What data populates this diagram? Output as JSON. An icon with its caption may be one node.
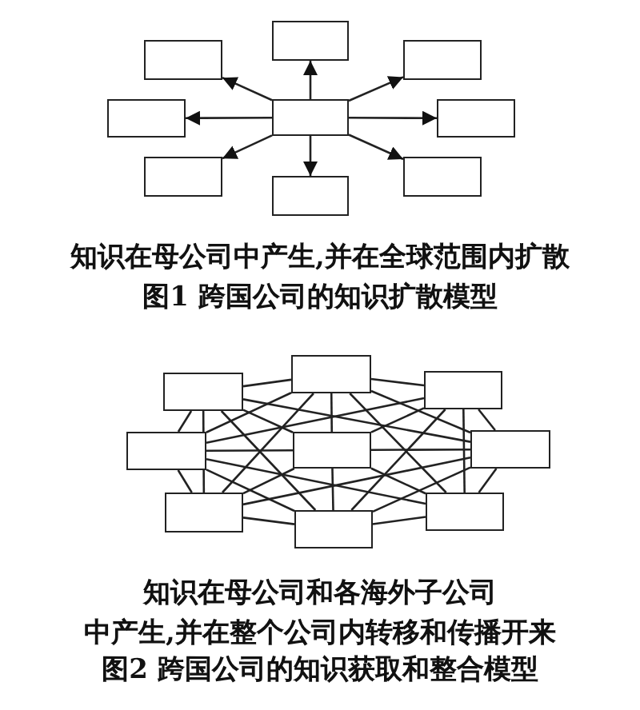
{
  "diagram": {
    "nodes": [
      {
        "text": [],
        "shape": "box"
      },
      {
        "text": [],
        "shape": "box"
      },
      {
        "text": [],
        "shape": "box"
      },
      {
        "text": [],
        "shape": "box"
      },
      {
        "text": [],
        "shape": "box"
      },
      {
        "text": [],
        "shape": "box"
      },
      {
        "text": [],
        "shape": "box"
      },
      {
        "text": [],
        "shape": "box"
      },
      {
        "text": [],
        "shape": "box"
      },
      {
        "text": [],
        "shape": "box"
      },
      {
        "text": [],
        "shape": "box"
      },
      {
        "text": [],
        "shape": "box"
      },
      {
        "text": [],
        "shape": "box"
      },
      {
        "text": [],
        "shape": "box"
      },
      {
        "text": [],
        "shape": "box"
      },
      {
        "text": [],
        "shape": "box"
      },
      {
        "text": [],
        "shape": "box"
      },
      {
        "text": [],
        "shape": "box"
      }
    ],
    "edges": [
      {
        "from": 4,
        "to": 0,
        "arrow": "to"
      },
      {
        "from": 4,
        "to": 1,
        "arrow": "to"
      },
      {
        "from": 4,
        "to": 2,
        "arrow": "to"
      },
      {
        "from": 4,
        "to": 3,
        "arrow": "to"
      },
      {
        "from": 4,
        "to": 5,
        "arrow": "to"
      },
      {
        "from": 4,
        "to": 6,
        "arrow": "to"
      },
      {
        "from": 4,
        "to": 7,
        "arrow": "to"
      },
      {
        "from": 4,
        "to": 8,
        "arrow": "to"
      },
      {
        "from": 9,
        "to": 10,
        "arrow": "none"
      },
      {
        "from": 9,
        "to": 12,
        "arrow": "none"
      },
      {
        "from": 9,
        "to": 13,
        "arrow": "none"
      },
      {
        "from": 9,
        "to": 14,
        "arrow": "none"
      },
      {
        "from": 9,
        "to": 15,
        "arrow": "none"
      },
      {
        "from": 9,
        "to": 16,
        "arrow": "none"
      },
      {
        "from": 10,
        "to": 11,
        "arrow": "none"
      },
      {
        "from": 10,
        "to": 12,
        "arrow": "none"
      },
      {
        "from": 10,
        "to": 13,
        "arrow": "none"
      },
      {
        "from": 10,
        "to": 14,
        "arrow": "none"
      },
      {
        "from": 10,
        "to": 15,
        "arrow": "none"
      },
      {
        "from": 10,
        "to": 17,
        "arrow": "none"
      },
      {
        "from": 11,
        "to": 12,
        "arrow": "none"
      },
      {
        "from": 11,
        "to": 13,
        "arrow": "none"
      },
      {
        "from": 11,
        "to": 14,
        "arrow": "none"
      },
      {
        "from": 11,
        "to": 16,
        "arrow": "none"
      },
      {
        "from": 11,
        "to": 17,
        "arrow": "none"
      },
      {
        "from": 12,
        "to": 13,
        "arrow": "none"
      },
      {
        "from": 12,
        "to": 15,
        "arrow": "none"
      },
      {
        "from": 12,
        "to": 16,
        "arrow": "none"
      },
      {
        "from": 12,
        "to": 17,
        "arrow": "none"
      },
      {
        "from": 13,
        "to": 14,
        "arrow": "none"
      },
      {
        "from": 13,
        "to": 15,
        "arrow": "none"
      },
      {
        "from": 13,
        "to": 16,
        "arrow": "none"
      },
      {
        "from": 13,
        "to": 17,
        "arrow": "none"
      },
      {
        "from": 14,
        "to": 15,
        "arrow": "none"
      },
      {
        "from": 14,
        "to": 16,
        "arrow": "none"
      },
      {
        "from": 14,
        "to": 17,
        "arrow": "none"
      },
      {
        "from": 15,
        "to": 16,
        "arrow": "none"
      },
      {
        "from": 16,
        "to": 17,
        "arrow": "none"
      }
    ],
    "labels": [
      "知识在母公司中产生,并在全球范围内扩散",
      "图1 跨国公司的知识扩散模型",
      "知识在母公司和各海外子公司",
      "中产生,并在整个公司内转移和传播开来",
      "图2 跨国公司的知识获取和整合模型"
    ]
  }
}
